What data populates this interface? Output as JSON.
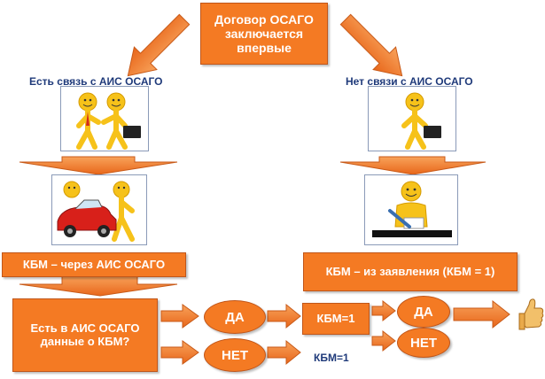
{
  "top_box": "Договор ОСАГО заключается впервые",
  "left_branch": {
    "label": "Есть связь с АИС ОСАГО",
    "result_box": "КБМ – через АИС ОСАГО",
    "question_box": "Есть в АИС ОСАГО данные о КБМ?",
    "yes_label": "ДА",
    "no_label": "НЕТ",
    "kbm_box": "КБМ=1",
    "kbm_text": "КБМ=1",
    "yes2_label": "ДА",
    "no2_label": "НЕТ"
  },
  "right_branch": {
    "label": "Нет связи с АИС ОСАГО",
    "result_box": "КБМ – из заявления (КБМ = 1)"
  },
  "colors": {
    "box_fill": "#f47a23",
    "label_text": "#1f3a7a"
  },
  "icons": [
    "smiley-people-handshake-icon",
    "smiley-person-briefcase-icon",
    "smiley-people-car-icon",
    "smiley-person-writing-icon",
    "thumbs-up-icon"
  ]
}
